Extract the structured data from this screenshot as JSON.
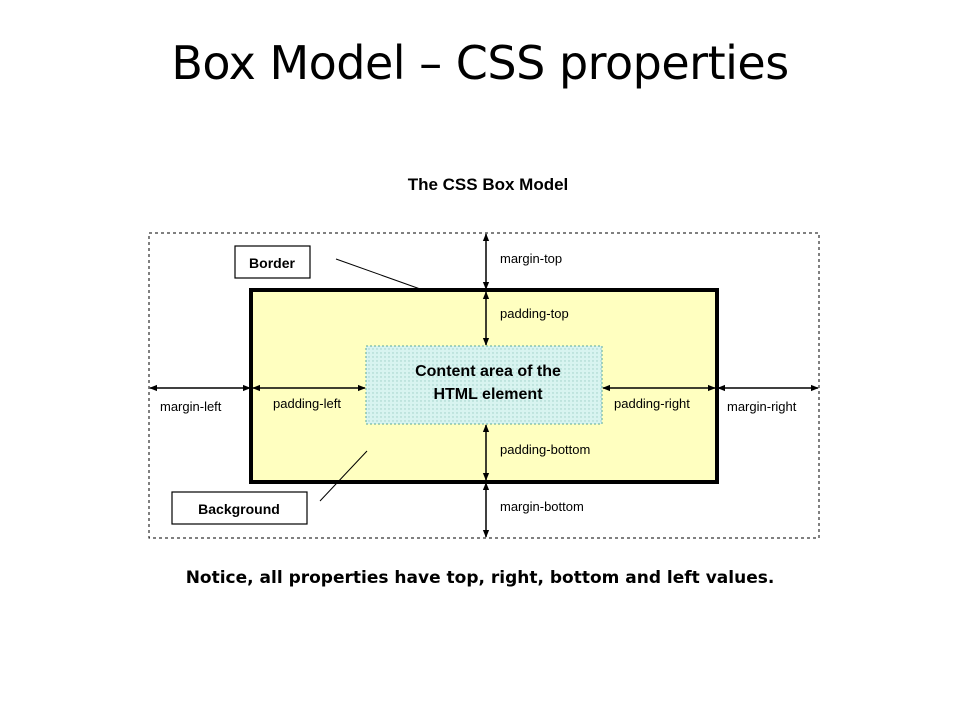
{
  "slide": {
    "title": "Box Model – CSS properties",
    "footnote": "Notice, all properties have top, right, bottom and left values."
  },
  "diagram": {
    "title": "The CSS Box Model",
    "content_lines": [
      "Content area of the",
      "HTML element"
    ],
    "callouts": {
      "border": "Border",
      "background": "Background"
    },
    "labels": {
      "margin_top": "margin-top",
      "padding_top": "padding-top",
      "margin_left": "margin-left",
      "padding_left": "padding-left",
      "padding_right": "padding-right",
      "margin_right": "margin-right",
      "padding_bottom": "padding-bottom",
      "margin_bottom": "margin-bottom"
    },
    "colors": {
      "padding_fill": "#FFFFC0",
      "content_fill": "#D8F4F0",
      "border": "#000000",
      "margin_outline": "#000000"
    }
  }
}
